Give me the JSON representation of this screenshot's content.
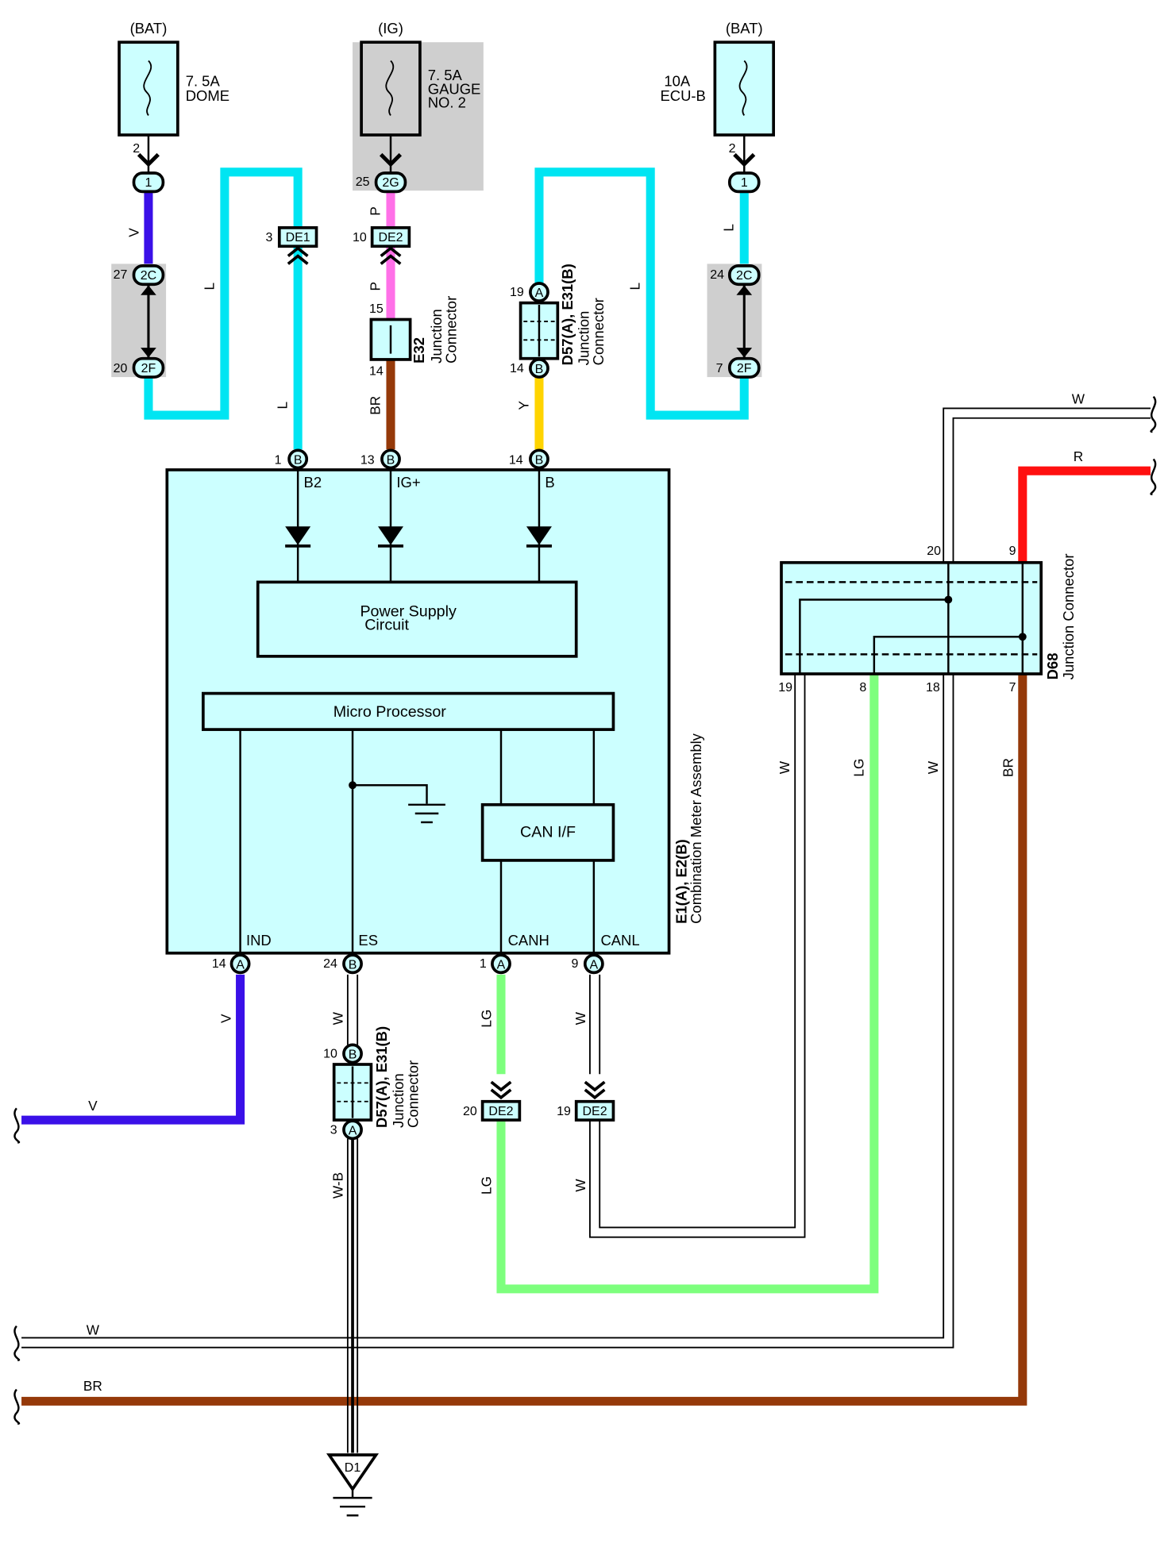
{
  "fuses": {
    "dome": {
      "source": "(BAT)",
      "rating": "7. 5A",
      "name": "DOME",
      "pin": "2",
      "conn": "1"
    },
    "gauge": {
      "source": "(IG)",
      "rating": "7. 5A",
      "name1": "GAUGE",
      "name2": "NO. 2",
      "pin": "25",
      "conn": "2G"
    },
    "ecub": {
      "source": "(BAT)",
      "rating": "10A",
      "name": "ECU-B",
      "pin": "2",
      "conn": "1"
    }
  },
  "junction_blocks": {
    "left": {
      "top_conn": "2C",
      "top_pin": "27",
      "bot_conn": "2F",
      "bot_pin": "20"
    },
    "right": {
      "top_conn": "2C",
      "top_pin": "24",
      "bot_conn": "2F",
      "bot_pin": "7"
    }
  },
  "inline_connectors": {
    "de1_top": {
      "id": "DE1",
      "pin": "3"
    },
    "de2_top": {
      "id": "DE2",
      "pin": "10"
    },
    "de2_canh": {
      "id": "DE2",
      "pin": "20"
    },
    "de2_canl": {
      "id": "DE2",
      "pin": "19"
    }
  },
  "junction_connectors": {
    "e32": {
      "id": "E32",
      "line1": "Junction",
      "line2": "Connector",
      "pin_top": "15",
      "pin_bot": "14"
    },
    "d57_top": {
      "id": "D57(A), E31(B)",
      "line1": "Junction",
      "line2": "Connector",
      "pin_top": "19",
      "conn_top": "A",
      "pin_bot": "14",
      "conn_bot": "B"
    },
    "d57_bot": {
      "id": "D57(A), E31(B)",
      "line1": "Junction",
      "line2": "Connector",
      "pin_top": "10",
      "conn_top": "B",
      "pin_bot": "3",
      "conn_bot": "A"
    },
    "d68": {
      "id": "D68",
      "line1": "Junction Connector",
      "pin_20": "20",
      "pin_9": "9",
      "pin_19": "19",
      "pin_8": "8",
      "pin_18": "18",
      "pin_7": "7"
    }
  },
  "meter": {
    "id": "E1(A), E2(B)",
    "name": "Combination Meter Assembly",
    "power_supply": [
      "Power Supply",
      "Circuit"
    ],
    "micro": "Micro Processor",
    "can_if": "CAN I/F",
    "top_pins": [
      {
        "num": "1",
        "conn": "B",
        "label": "B2"
      },
      {
        "num": "13",
        "conn": "B",
        "label": "IG+"
      },
      {
        "num": "14",
        "conn": "B",
        "label": "B"
      }
    ],
    "bottom_pins": [
      {
        "num": "14",
        "conn": "A",
        "label": "IND"
      },
      {
        "num": "24",
        "conn": "B",
        "label": "ES"
      },
      {
        "num": "1",
        "conn": "A",
        "label": "CANH"
      },
      {
        "num": "9",
        "conn": "A",
        "label": "CANL"
      }
    ]
  },
  "ground": {
    "id": "D1"
  },
  "wire_labels": {
    "v": "V",
    "l": "L",
    "p": "P",
    "br": "BR",
    "y": "Y",
    "w": "W",
    "r": "R",
    "lg": "LG",
    "wb": "W-B"
  },
  "wire_colors": {
    "V": "#3a10e8",
    "L": "#00e5f2",
    "P": "#ff70e8",
    "BR": "#953909",
    "Y": "#ffd400",
    "R": "#ff1010",
    "LG": "#7dff7d",
    "W": "#ffffff",
    "box": "#ccffff",
    "jb": "#cfcfcf"
  }
}
